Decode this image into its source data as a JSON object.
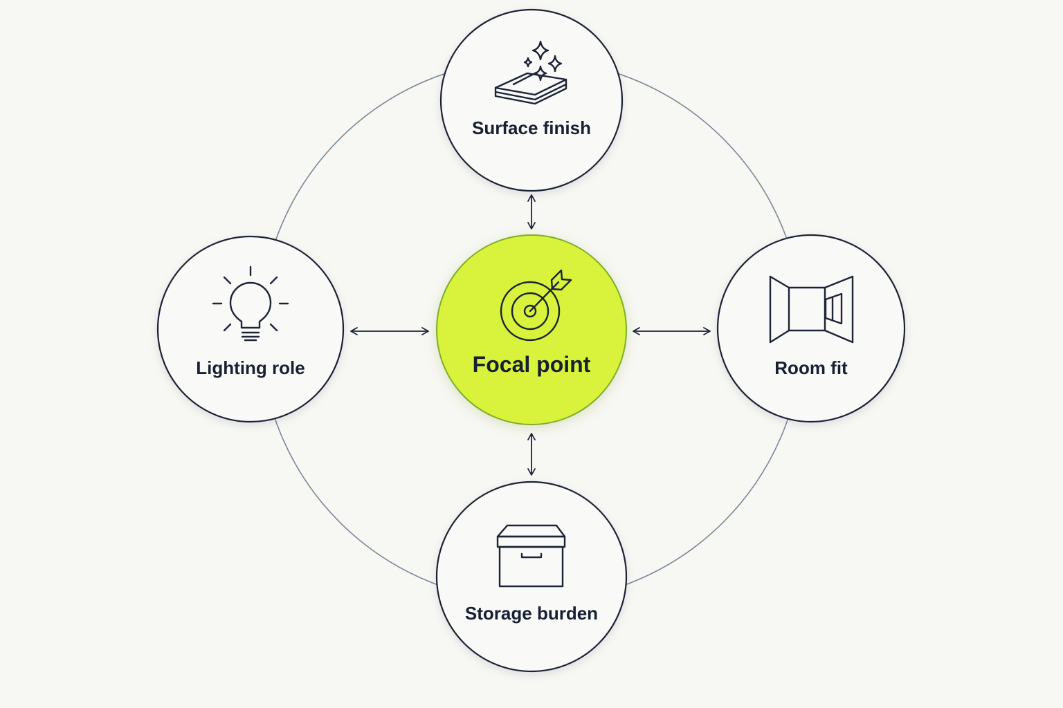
{
  "diagram": {
    "center": {
      "label": "Focal point",
      "icon": "target-arrow-icon",
      "fill_color": "#d9f23a"
    },
    "nodes": [
      {
        "id": "top",
        "label": "Surface finish",
        "icon": "polished-surface-sparkle-icon"
      },
      {
        "id": "left",
        "label": "Lighting role",
        "icon": "light-bulb-icon"
      },
      {
        "id": "right",
        "label": "Room fit",
        "icon": "room-perspective-icon"
      },
      {
        "id": "bottom",
        "label": "Storage burden",
        "icon": "storage-box-icon"
      }
    ],
    "colors": {
      "background": "#f7f7f4",
      "outline": "#1b2336",
      "ring": "#7b8798",
      "accent": "#d9f23a"
    }
  }
}
